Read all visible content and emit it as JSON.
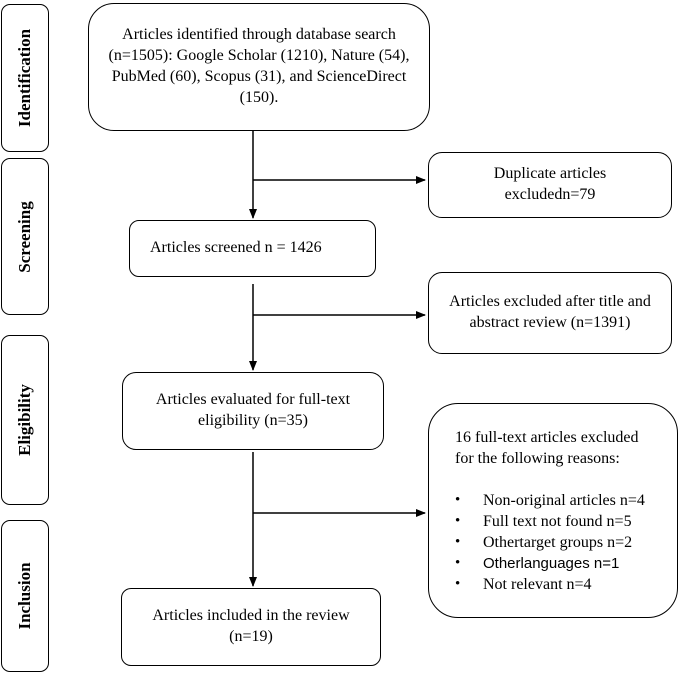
{
  "phases": {
    "identification": "Identification",
    "screening": "Screening",
    "eligibility": "Eligibility",
    "inclusion": "Inclusion"
  },
  "boxes": {
    "identified": "Articles identified through database search (n=1505): Google Scholar (1210), Nature (54), PubMed (60), Scopus (31), and ScienceDirect (150).",
    "duplicates": "Duplicate articles excludedn=79",
    "screened": "Articles screened n = 1426",
    "excluded_title": "Articles excluded after title and abstract review (n=1391)",
    "eligibility": "Articles evaluated for full-text eligibility (n=35)",
    "excluded_fulltext": {
      "heading": "16 full-text articles excluded for the following reasons:",
      "reasons": [
        "Non-original articles n=4",
        "Full text not found n=5",
        "Othertarget groups n=2",
        "Otherlanguages n=1",
        "Not relevant n=4"
      ]
    },
    "included": "Articles included in the review (n=19)"
  },
  "bullet_symbol": "•"
}
